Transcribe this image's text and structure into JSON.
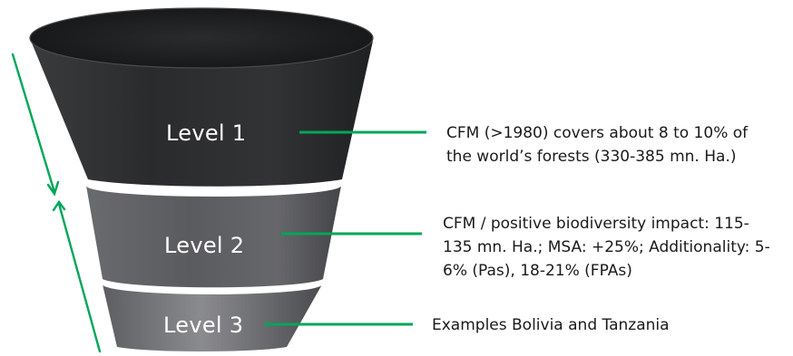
{
  "funnel": {
    "levels": [
      {
        "label": "Level 1",
        "description_lines": [
          "CFM (>1980) covers about 8 to 10% of",
          "the world’s forests (330-385 mn. Ha.)"
        ]
      },
      {
        "label": "Level 2",
        "description_lines": [
          "CFM / positive biodiversity impact: 115-",
          "135 mn. Ha.; MSA: +25%; Additionality: 5-",
          "6% (Pas), 18-21% (FPAs)"
        ]
      },
      {
        "label": "Level 3",
        "description_lines": [
          "Examples Bolivia and Tanzania"
        ]
      }
    ]
  },
  "colors": {
    "connector": "#00a65a",
    "level1_fill": "#2f3032",
    "level2_fill": "#5b5c5f",
    "level3_fill": "#6d6e70",
    "top_ellipse": "#1d1e20",
    "label_text": "#ffffff",
    "description_text": "#1a1a1a"
  },
  "icons": {
    "left_arrows": "double-arrow-converging-icon"
  }
}
